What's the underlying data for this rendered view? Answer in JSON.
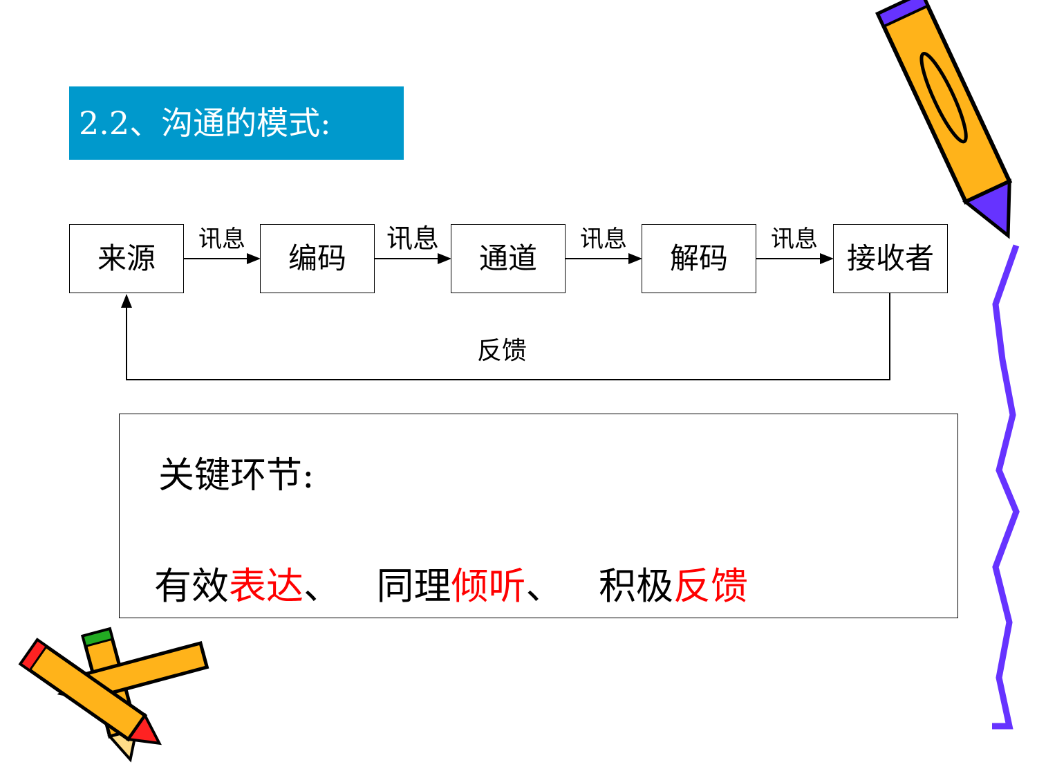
{
  "title": "2.2、沟通的模式:",
  "flow": {
    "nodes": [
      "来源",
      "编码",
      "通道",
      "解码",
      "接收者"
    ],
    "message_label": "讯息",
    "feedback_label": "反馈"
  },
  "key": {
    "heading": "关键环节:",
    "items": [
      {
        "plain": "有效",
        "highlight": "表达",
        "sep": "、 "
      },
      {
        "plain": "同理",
        "highlight": "倾听",
        "sep": "、 "
      },
      {
        "plain": "积极",
        "highlight": "反馈",
        "sep": ""
      }
    ]
  },
  "colors": {
    "title_bg": "#0099cc",
    "highlight": "#ff0000",
    "wave": "#6633ff"
  }
}
